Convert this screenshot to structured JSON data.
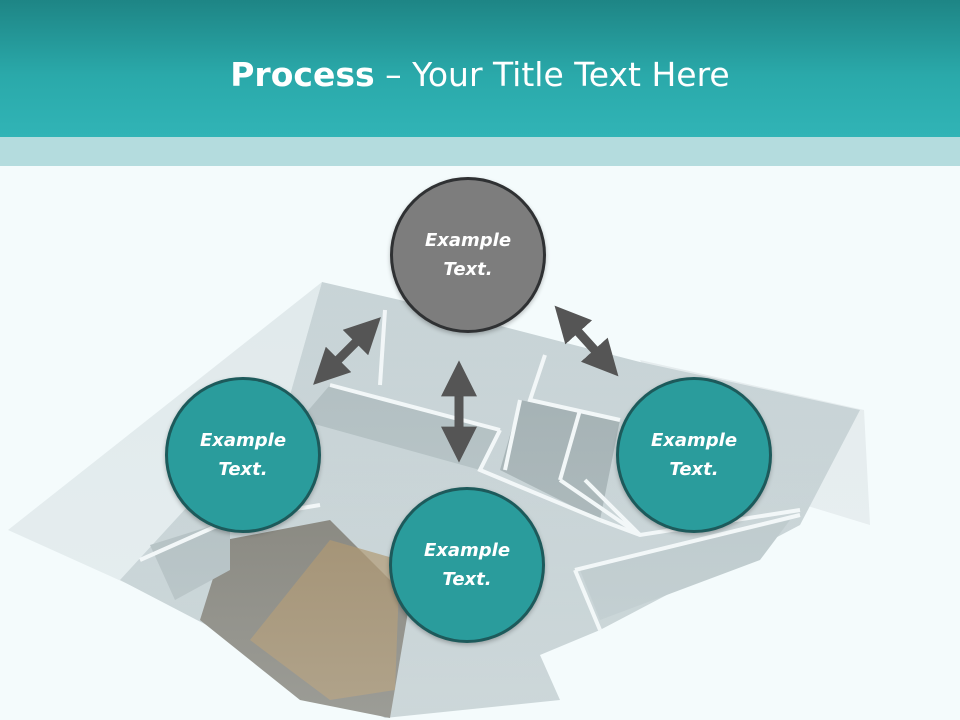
{
  "slide": {
    "title_bold": "Process",
    "title_rest": " – Your Title Text Here"
  },
  "diagram": {
    "nodes": [
      {
        "id": "top",
        "label": "Example\nText.",
        "fill": "#7d7d7d"
      },
      {
        "id": "left",
        "label": "Example\nText.",
        "fill": "#2a9c9c"
      },
      {
        "id": "bottom",
        "label": "Example\nText.",
        "fill": "#2a9c9c"
      },
      {
        "id": "right",
        "label": "Example\nText.",
        "fill": "#2a9c9c"
      }
    ],
    "arrow_color": "#555555",
    "background_image": "floor-plan"
  }
}
